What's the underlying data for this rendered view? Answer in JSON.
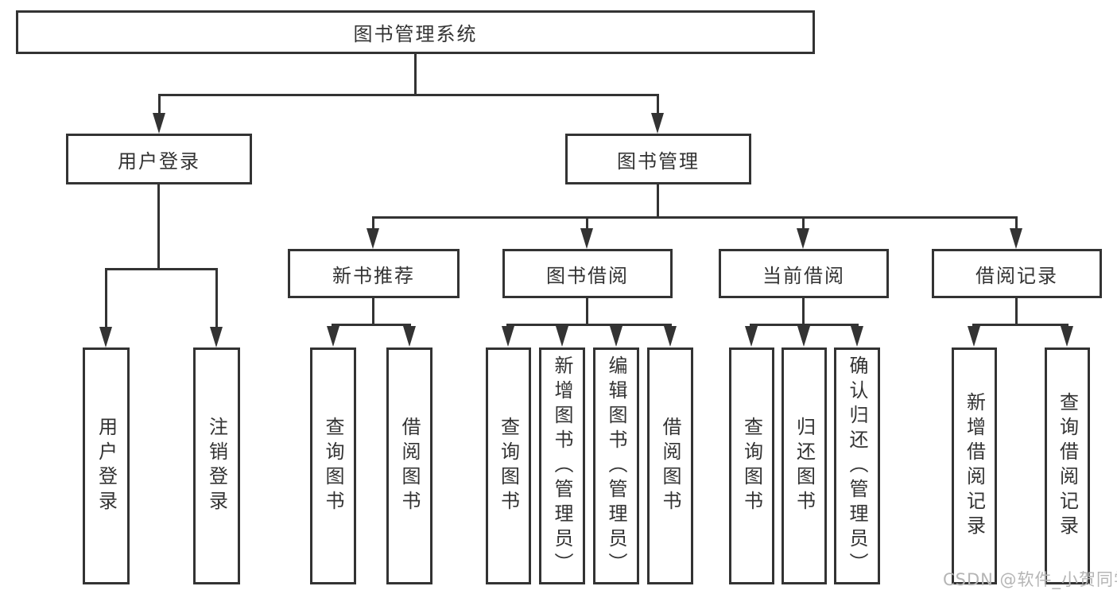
{
  "diagram": {
    "type": "tree-structure-diagram",
    "colors": {
      "line": "#333333",
      "text": "#333333",
      "box_background": "#ffffff",
      "page_background": "#ffffff",
      "watermark": "#b5b5b5"
    },
    "root": {
      "label": "图书管理系统",
      "children": [
        {
          "label": "用户登录",
          "children": [
            {
              "label": "用户登录"
            },
            {
              "label": "注销登录"
            }
          ]
        },
        {
          "label": "图书管理",
          "children": [
            {
              "label": "新书推荐",
              "children": [
                {
                  "label": "查询图书"
                },
                {
                  "label": "借阅图书"
                }
              ]
            },
            {
              "label": "图书借阅",
              "children": [
                {
                  "label": "查询图书"
                },
                {
                  "label": "新增图书（管理员）"
                },
                {
                  "label": "编辑图书（管理员）"
                },
                {
                  "label": "借阅图书"
                }
              ]
            },
            {
              "label": "当前借阅",
              "children": [
                {
                  "label": "查询图书"
                },
                {
                  "label": "归还图书"
                },
                {
                  "label": "确认归还（管理员）"
                }
              ]
            },
            {
              "label": "借阅记录",
              "children": [
                {
                  "label": "新增借阅记录"
                },
                {
                  "label": "查询借阅记录"
                }
              ]
            }
          ]
        }
      ]
    },
    "watermark": "CSDN @软件_小贺同学"
  }
}
